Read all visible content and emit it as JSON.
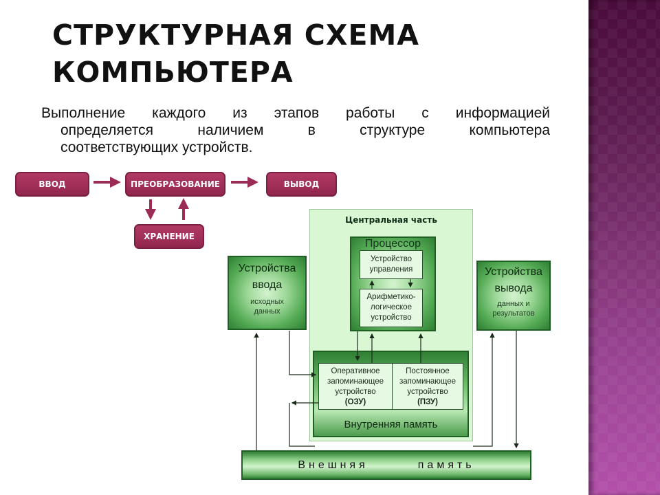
{
  "slide": {
    "title_line1": "СТРУКТУРНАЯ СХЕМА",
    "title_line2": "КОМПЬЮТЕРА",
    "intro_line1": "Выполнение каждого из этапов работы с информацией",
    "intro_line2": "определяется наличием в структуре компьютера",
    "intro_line3": "соответствующих устройств."
  },
  "flow": {
    "input": "ВВОД",
    "transform": "ПРЕОБРАЗОВАНИЕ",
    "output": "ВЫВОД",
    "storage": "ХРАНЕНИЕ"
  },
  "scheme": {
    "central_label": "Центральная часть",
    "processor_label": "Процессор",
    "control_unit": [
      "Устройство",
      "управления"
    ],
    "alu": [
      "Арифметико-",
      "логическое",
      "устройство"
    ],
    "input_devices": {
      "title1": "Устройства",
      "title2": "ввода",
      "sub1": "исходных",
      "sub2": "данных"
    },
    "output_devices": {
      "title1": "Устройства",
      "title2": "вывода",
      "sub1": "данных и",
      "sub2": "результатов"
    },
    "ram": [
      "Оперативное",
      "запоминающее",
      "устройство",
      "(ОЗУ)"
    ],
    "rom": [
      "Постоянное",
      "запоминающее",
      "устройство",
      "(ПЗУ)"
    ],
    "internal_memory_label": "Внутренняя память",
    "external_memory_word1": "Внешняя",
    "external_memory_word2": "память"
  },
  "colors": {
    "flow_box": "#a02f58",
    "green_dark": "#2f7f34",
    "green_light": "#d4f3cf",
    "central_bg": "#d8f7d2",
    "side_panel_top": "#4a0c3b",
    "side_panel_bottom": "#b350aa"
  }
}
